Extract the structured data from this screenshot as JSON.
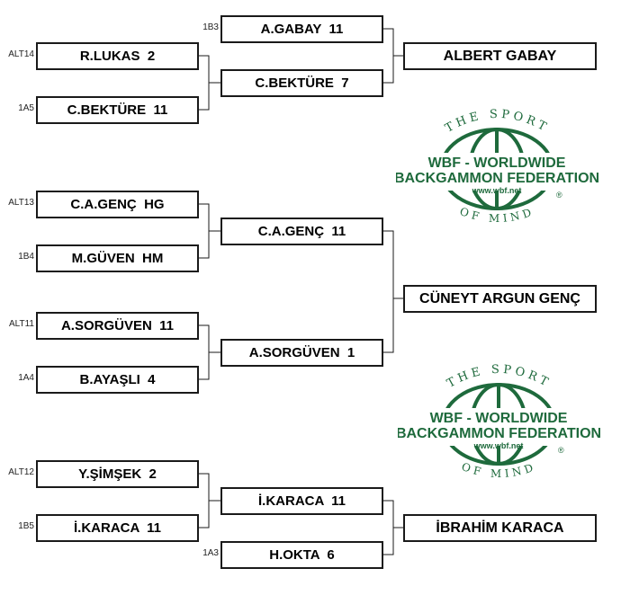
{
  "brackets": [
    {
      "r1": [
        {
          "seed": "ALT14",
          "text": "R.LUKAS  2"
        },
        {
          "seed": "1A5",
          "text": "C.BEKTÜRE  11"
        }
      ],
      "r2": [
        {
          "seed": "1B3",
          "text": "A.GABAY  11"
        },
        {
          "seed": "",
          "text": "C.BEKTÜRE  7"
        }
      ],
      "winner": "ALBERT GABAY"
    },
    {
      "r1": [
        {
          "seed": "ALT13",
          "text": "C.A.GENÇ  HG"
        },
        {
          "seed": "1B4",
          "text": "M.GÜVEN  HM"
        },
        {
          "seed": "ALT11",
          "text": "A.SORGÜVEN  11"
        },
        {
          "seed": "1A4",
          "text": "B.AYAŞLI  4"
        }
      ],
      "r2": [
        {
          "seed": "",
          "text": "C.A.GENÇ  11"
        },
        {
          "seed": "",
          "text": "A.SORGÜVEN  1"
        }
      ],
      "winner": "CÜNEYT ARGUN GENÇ"
    },
    {
      "r1": [
        {
          "seed": "ALT12",
          "text": "Y.ŞİMŞEK  2"
        },
        {
          "seed": "1B5",
          "text": "İ.KARACA  11"
        }
      ],
      "r2": [
        {
          "seed": "",
          "text": "İ.KARACA  11"
        },
        {
          "seed": "1A3",
          "text": "H.OKTA  6"
        }
      ],
      "winner": "İBRAHİM KARACA"
    }
  ],
  "logo": {
    "top_arc": "THE SPORT",
    "line1": "WBF - WORLDWIDE",
    "line2": "BACKGAMMON FEDERATION",
    "url": "www.wbf.net",
    "bottom_arc": "OF MIND",
    "mark": "®",
    "color": "#1e6a3c"
  }
}
